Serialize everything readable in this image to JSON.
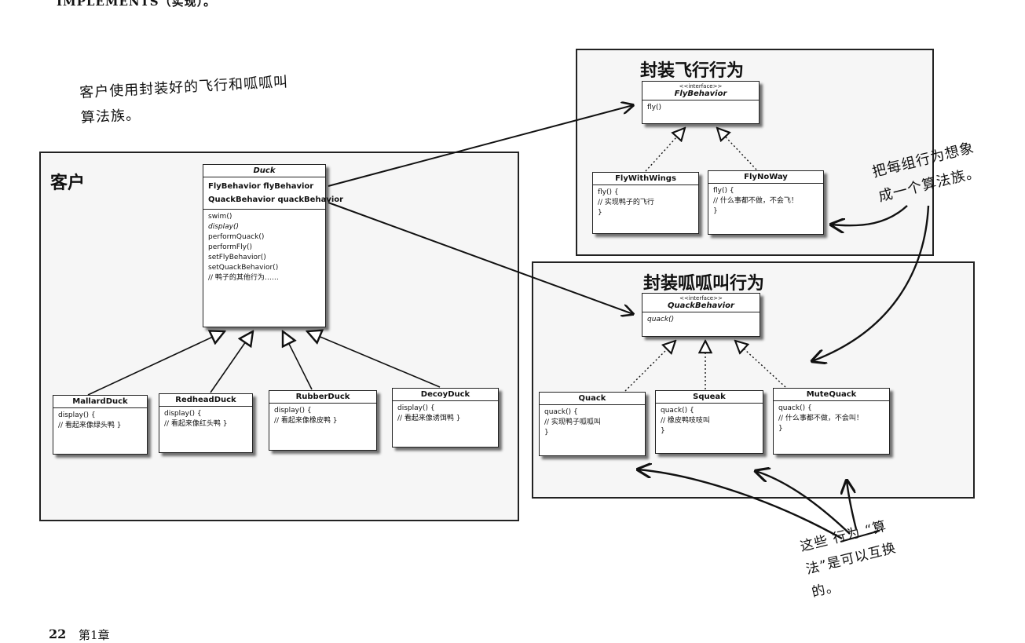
{
  "top_text": "IMPLEMENTS（实现）。",
  "client": {
    "title": "客户",
    "note_lines": [
      "客户使用封装好的飞行和呱呱叫",
      "算法族。"
    ]
  },
  "duck": {
    "name": "Duck",
    "fields": [
      "FlyBehavior flyBehavior",
      "QuackBehavior quackBehavior"
    ],
    "methods": [
      "swim()",
      "display()",
      "performQuack()",
      "performFly()",
      "setFlyBehavior()",
      "setQuackBehavior()",
      "// 鸭子的其他行为……"
    ]
  },
  "subclasses": [
    {
      "name": "MallardDuck",
      "body": [
        "display() {",
        "// 看起来像绿头鸭 }"
      ]
    },
    {
      "name": "RedheadDuck",
      "body": [
        "display() {",
        "// 看起来像红头鸭 }"
      ]
    },
    {
      "name": "RubberDuck",
      "body": [
        "display() {",
        "// 看起来像橡皮鸭 }"
      ]
    },
    {
      "name": "DecoyDuck",
      "body": [
        "display() {",
        "// 看起来像诱饵鸭 }"
      ]
    }
  ],
  "fly_group": {
    "title": "封装飞行行为",
    "interface": {
      "stereotype": "<<interface>>",
      "name": "FlyBehavior",
      "method": "fly()"
    },
    "impls": [
      {
        "name": "FlyWithWings",
        "body": [
          "fly() {",
          "// 实现鸭子的飞行",
          "}"
        ]
      },
      {
        "name": "FlyNoWay",
        "body": [
          "fly() {",
          "// 什么事都不做，不会飞！",
          "}"
        ]
      }
    ]
  },
  "quack_group": {
    "title": "封装呱呱叫行为",
    "interface": {
      "stereotype": "<<interface>>",
      "name": "QuackBehavior",
      "method": "quack()"
    },
    "impls": [
      {
        "name": "Quack",
        "body": [
          "quack() {",
          "// 实现鸭子呱呱叫",
          "}"
        ]
      },
      {
        "name": "Squeak",
        "body": [
          "quack() {",
          "// 橡皮鸭吱吱叫",
          "}"
        ]
      },
      {
        "name": "MuteQuack",
        "body": [
          "quack() {",
          "// 什么事都不做，不会叫！",
          "}"
        ]
      }
    ]
  },
  "annotations": {
    "family": [
      "把每组行为想象",
      "成一个算法族。"
    ],
    "interchangeable": [
      "这些 行为 “算",
      "法”是可以互换",
      "的。"
    ]
  },
  "page_number": "22",
  "chapter": "第1章"
}
